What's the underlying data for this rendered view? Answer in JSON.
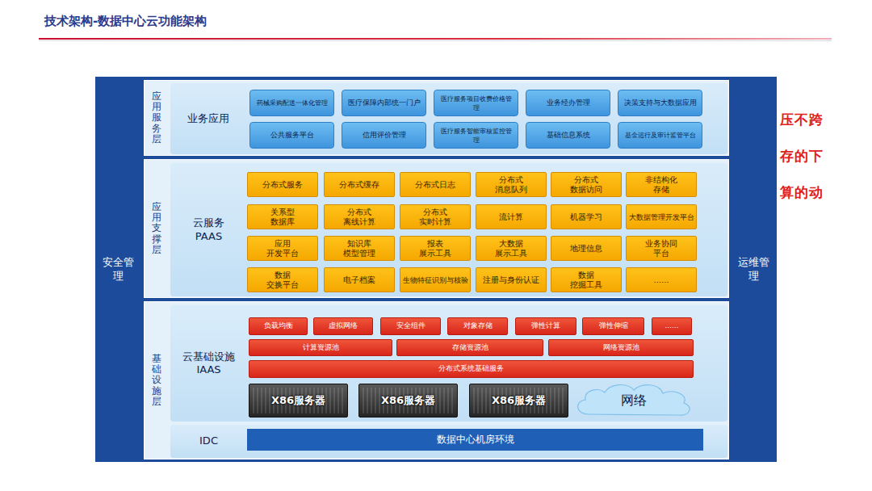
{
  "diagram": {
    "title": "技术架构-数据中心云功能架构",
    "nodes": [
      {
        "text": [
          "安全管理"
        ]
      },
      {
        "text": [
          "应用服务层"
        ]
      },
      {
        "text": [
          "业务应用"
        ],
        "in": 1
      },
      {
        "text": [
          "药械采购配送一体化管理"
        ],
        "in": 2
      },
      {
        "text": [
          "医疗保障内部统一门户"
        ],
        "in": 2
      },
      {
        "text": [
          "医疗服务项目收费价格管理"
        ],
        "in": 2
      },
      {
        "text": [
          "业务经办管理"
        ],
        "in": 2
      },
      {
        "text": [
          "决策支持与大数据应用"
        ],
        "in": 2
      },
      {
        "text": [
          "公共服务平台"
        ],
        "in": 2
      },
      {
        "text": [
          "信用评价管理"
        ],
        "in": 2
      },
      {
        "text": [
          "医疗服务智能审核监控管理"
        ],
        "in": 2
      },
      {
        "text": [
          "基础信息系统"
        ],
        "in": 2
      },
      {
        "text": [
          "基金运行及审计监管平台"
        ],
        "in": 2
      },
      {
        "text": [
          "应用支撑层"
        ]
      },
      {
        "text": [
          "云服务 PAAS"
        ],
        "in": 13
      },
      {
        "text": [
          "分布式服务"
        ],
        "in": 14
      },
      {
        "text": [
          "分布式缓存"
        ],
        "in": 14
      },
      {
        "text": [
          "分布式日志"
        ],
        "in": 14
      },
      {
        "text": [
          "分布式 消息队列"
        ],
        "in": 14
      },
      {
        "text": [
          "分布式 数据访问"
        ],
        "in": 14
      },
      {
        "text": [
          "非结构化 存储"
        ],
        "in": 14
      },
      {
        "text": [
          "关系型 数据库"
        ],
        "in": 14
      },
      {
        "text": [
          "分布式 离线计算"
        ],
        "in": 14
      },
      {
        "text": [
          "分布式 实时计算"
        ],
        "in": 14
      },
      {
        "text": [
          "流计算"
        ],
        "in": 14
      },
      {
        "text": [
          "机器学习"
        ],
        "in": 14
      },
      {
        "text": [
          "大数据管理开发平台"
        ],
        "in": 14
      },
      {
        "text": [
          "应用 开发平台"
        ],
        "in": 14
      },
      {
        "text": [
          "知识库 模型管理"
        ],
        "in": 14
      },
      {
        "text": [
          "报表 展示工具"
        ],
        "in": 14
      },
      {
        "text": [
          "大数据 展示工具"
        ],
        "in": 14
      },
      {
        "text": [
          "地理信息"
        ],
        "in": 14
      },
      {
        "text": [
          "业务协同 平台"
        ],
        "in": 14
      },
      {
        "text": [
          "数据 交换平台"
        ],
        "in": 14
      },
      {
        "text": [
          "电子档案"
        ],
        "in": 14
      },
      {
        "text": [
          "生物特征识别与核验"
        ],
        "in": 14
      },
      {
        "text": [
          "注册与身份认证"
        ],
        "in": 14
      },
      {
        "text": [
          "数据 挖掘工具"
        ],
        "in": 14
      },
      {
        "text": [
          "……"
        ],
        "in": 14
      },
      {
        "text": [
          "基础设施层"
        ]
      },
      {
        "text": [
          "云基础设施 IAAS"
        ],
        "in": 39
      },
      {
        "text": [
          "负载均衡"
        ],
        "in": 40
      },
      {
        "text": [
          "虚拟网络"
        ],
        "in": 40
      },
      {
        "text": [
          "安全组件"
        ],
        "in": 40
      },
      {
        "text": [
          "对象存储"
        ],
        "in": 40
      },
      {
        "text": [
          "弹性计算"
        ],
        "in": 40
      },
      {
        "text": [
          "弹性伸缩"
        ],
        "in": 40
      },
      {
        "text": [
          "……"
        ],
        "in": 40
      },
      {
        "text": [
          "计算资源池"
        ],
        "in": 40
      },
      {
        "text": [
          "存储资源池"
        ],
        "in": 40
      },
      {
        "text": [
          "网络资源池"
        ],
        "in": 40
      },
      {
        "text": [
          "分布式系统基础服务"
        ],
        "in": 40
      },
      {
        "text": [
          "X86服务器"
        ],
        "in": 40
      },
      {
        "text": [
          "X86服务器"
        ],
        "in": 40
      },
      {
        "text": [
          "X86服务器"
        ],
        "in": 40
      },
      {
        "text": [
          "网络"
        ],
        "in": 40
      },
      {
        "text": [
          "IDC"
        ],
        "in": 39
      },
      {
        "text": [
          "数据中心机房环境"
        ],
        "in": 56
      },
      {
        "text": [
          "运维管理"
        ]
      }
    ],
    "labels": [
      "压不跨",
      "存的下",
      "算的动"
    ]
  }
}
